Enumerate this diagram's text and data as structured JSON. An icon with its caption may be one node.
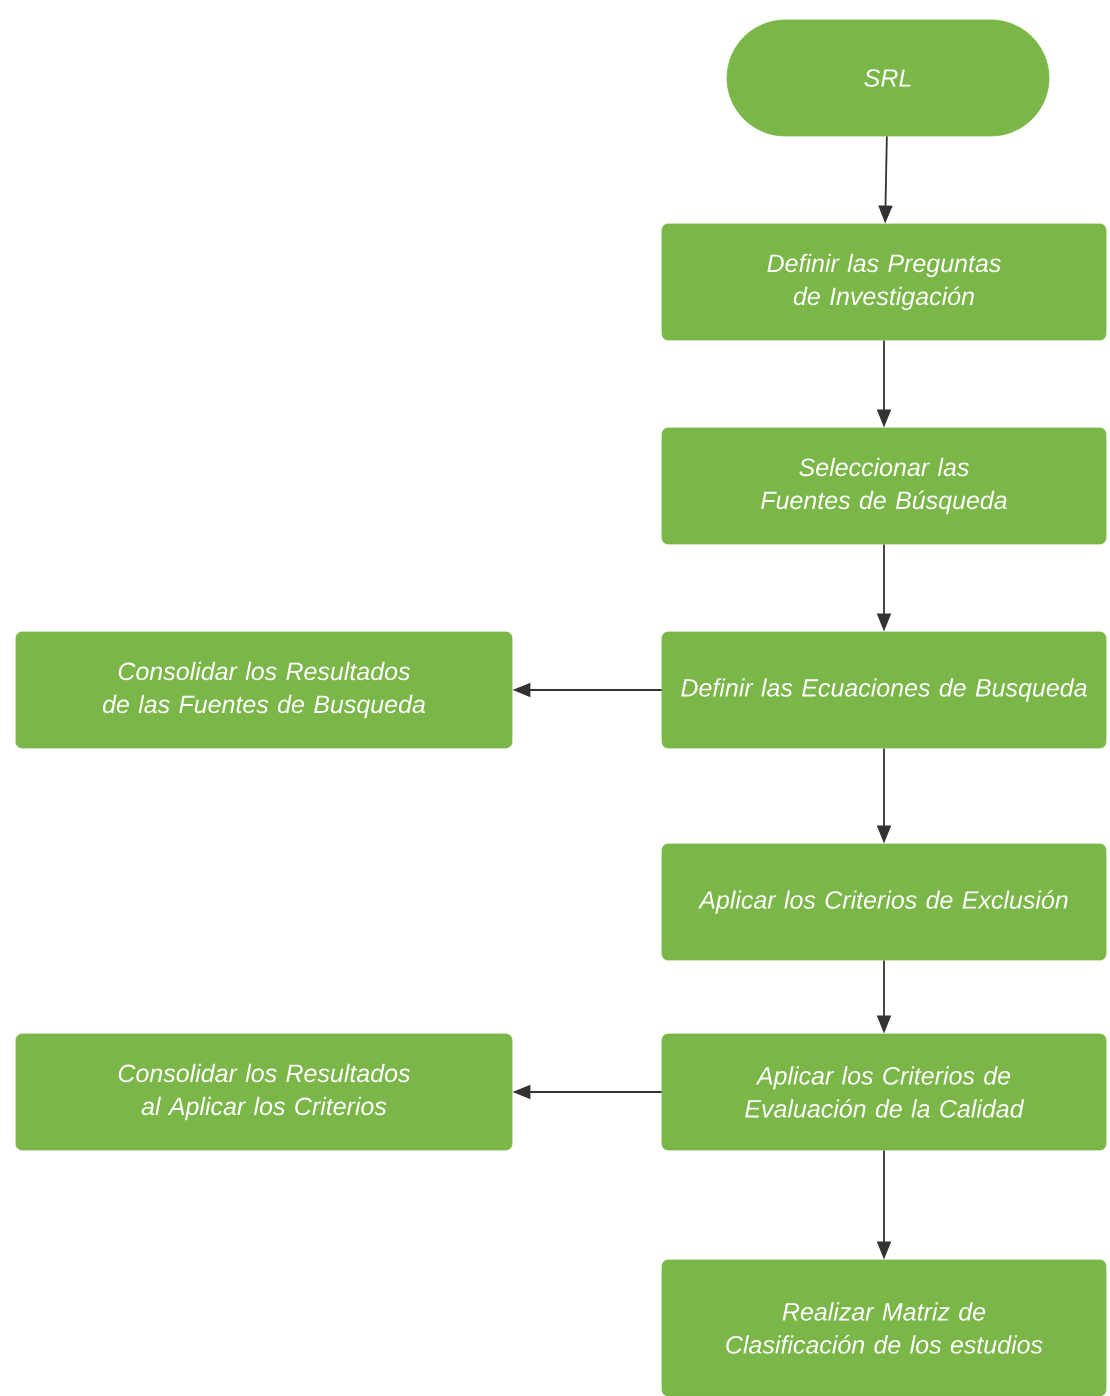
{
  "diagram": {
    "nodes": [
      {
        "text": [
          "SRL"
        ]
      },
      {
        "text": [
          "Definir las Preguntas de Investigación"
        ]
      },
      {
        "text": [
          "Seleccionar las Fuentes de Búsqueda"
        ]
      },
      {
        "text": [
          "Definir las Ecuaciones de Busqueda"
        ]
      },
      {
        "text": [
          "Consolidar los Resultados de las Fuentes de Busqueda"
        ]
      },
      {
        "text": [
          "Aplicar los Criterios de Exclusión"
        ]
      },
      {
        "text": [
          "Aplicar los Criterios de Evaluación de la Calidad"
        ]
      },
      {
        "text": [
          "Consolidar los Resultados al Aplicar los Criterios"
        ]
      },
      {
        "text": [
          "Realizar Matriz de Clasificación de los estudios"
        ]
      }
    ],
    "edges": [
      {
        "from": 0,
        "to": 1,
        "arrow": "to"
      },
      {
        "from": 1,
        "to": 2,
        "arrow": "to"
      },
      {
        "from": 2,
        "to": 3,
        "arrow": "to"
      },
      {
        "from": 3,
        "to": 4,
        "arrow": "to"
      },
      {
        "from": 3,
        "to": 5,
        "arrow": "to"
      },
      {
        "from": 5,
        "to": 6,
        "arrow": "to"
      },
      {
        "from": 6,
        "to": 7,
        "arrow": "to"
      },
      {
        "from": 6,
        "to": 8,
        "arrow": "to"
      }
    ]
  }
}
